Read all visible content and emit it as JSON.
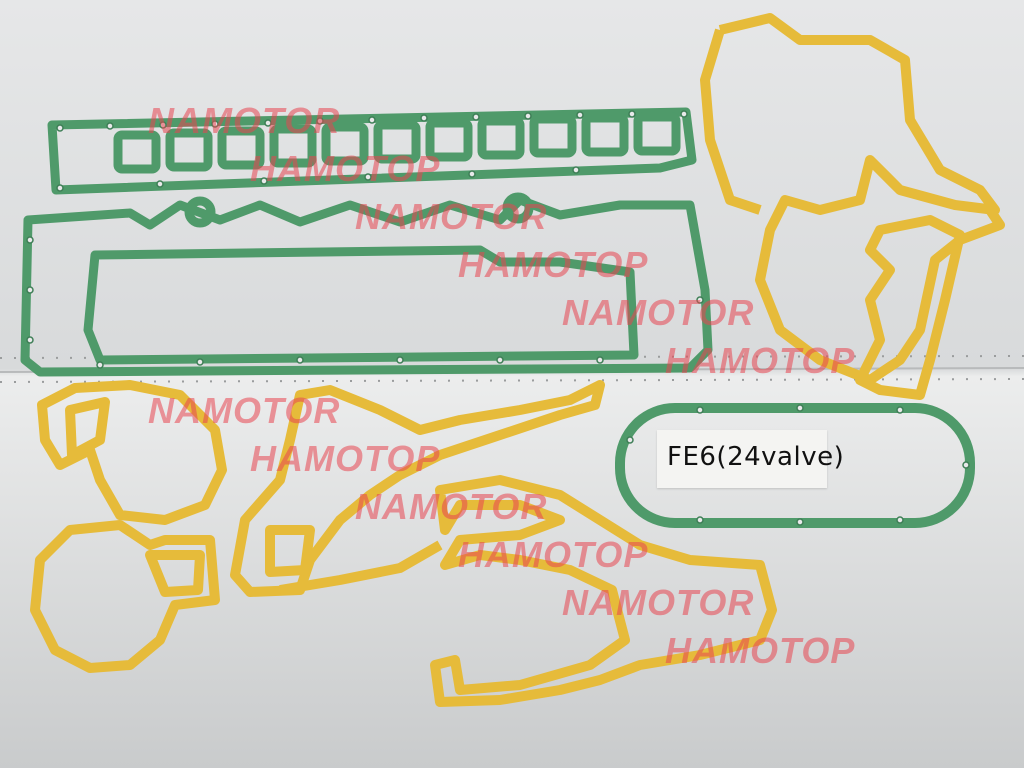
{
  "photo": {
    "label_card_text": "FE6(24valve)",
    "watermarks": [
      "NAMOTOR",
      "HAMOTOP",
      "NAMOTOR",
      "HAMOTOP",
      "NAMOTOR",
      "HAMOTOP",
      "NAMOTOR",
      "HAMOTOP",
      "NAMOTOR",
      "HAMOTOP",
      "NAMOTOR",
      "HAMOTOP"
    ],
    "colors": {
      "background": "#d8dadc",
      "green_gasket": "#4f9a6a",
      "yellow_gasket": "#e6bb3a",
      "watermark": "#e84650"
    }
  }
}
